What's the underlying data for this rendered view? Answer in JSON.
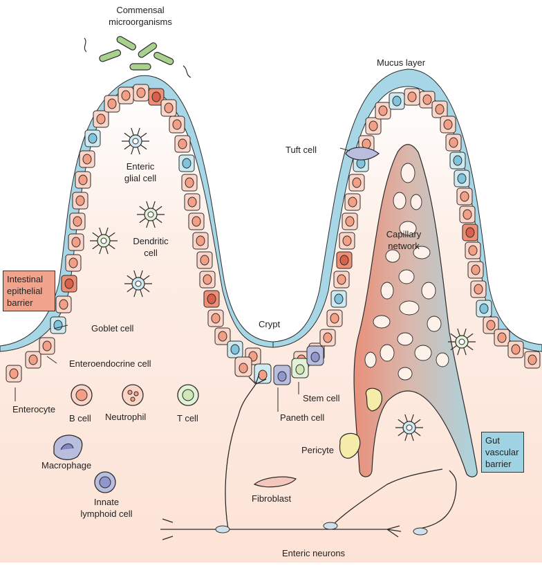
{
  "colors": {
    "mucus": "#a7d7e6",
    "tissue": "#fde9df",
    "enterocyte": "#fbd6c8",
    "nucleus": "#f29f86",
    "goblet": "#ee8e74",
    "enteroendocrine": "#cfe9f1",
    "enteroendocrine_nucleus": "#7fc4dc",
    "stem": "#e1f2d6",
    "paneth": "#b9bedf",
    "capillary_arterial": "#e89a85",
    "capillary_venous": "#a7d3df",
    "pericyte": "#f4eca8",
    "outline": "#2b2b2b"
  },
  "labels": {
    "commensal": "Commensal\nmicroorganisms",
    "mucus_layer": "Mucus layer",
    "tuft_cell": "Tuft cell",
    "enteric_glial": "Enteric\nglial cell",
    "dendritic": "Dendritic\ncell",
    "capillary": "Capillary\nnetwork",
    "intestinal_barrier": "Intestinal\nepithelial\nbarrier",
    "goblet": "Goblet cell",
    "crypt": "Crypt",
    "enteroendocrine": "Enteroendocrine cell",
    "enterocyte": "Enterocyte",
    "b_cell": "B cell",
    "neutrophil": "Neutrophil",
    "t_cell": "T cell",
    "stem_cell": "Stem cell",
    "paneth_cell": "Paneth cell",
    "pericyte": "Pericyte",
    "gut_vascular": "Gut\nvascular\nbarrier",
    "macrophage": "Macrophage",
    "innate_lymphoid": "Innate\nlymphoid cell",
    "fibroblast": "Fibroblast",
    "enteric_neurons": "Enteric neurons"
  }
}
